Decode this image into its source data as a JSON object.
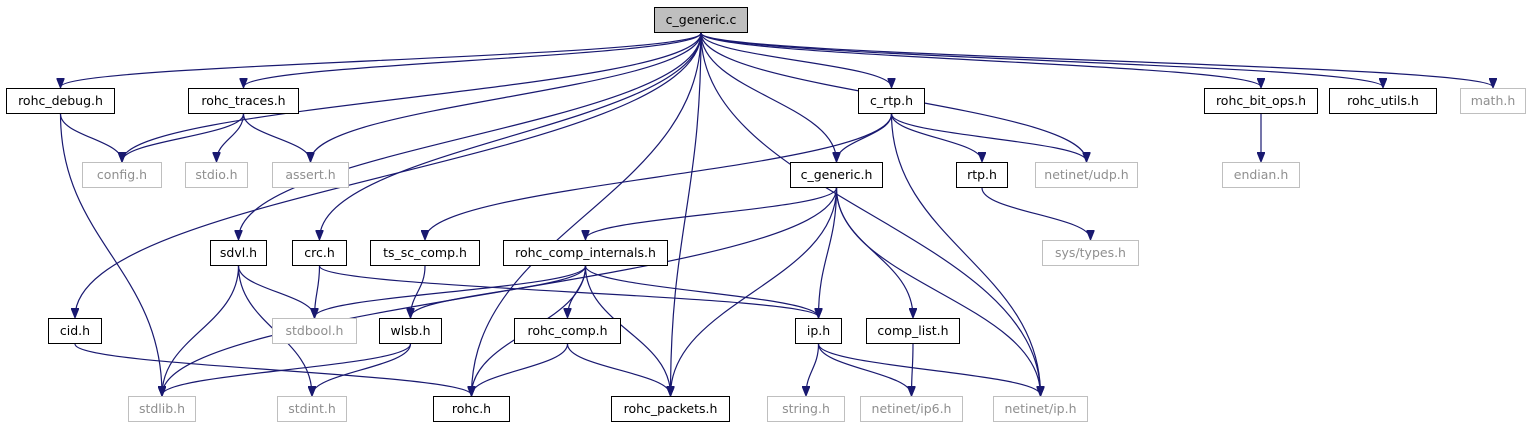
{
  "title": "c_generic.c",
  "colors": {
    "edge": "#191970",
    "root_fill": "#bfbfbf",
    "documented_border": "#000000",
    "external_border": "#bfbfbf",
    "external_text": "#8f8f8f"
  },
  "nodes": [
    {
      "id": "c_generic_c",
      "label": "c_generic.c",
      "kind": "root"
    },
    {
      "id": "rohc_debug_h",
      "label": "rohc_debug.h",
      "kind": "documented"
    },
    {
      "id": "rohc_traces_h",
      "label": "rohc_traces.h",
      "kind": "documented"
    },
    {
      "id": "c_rtp_h",
      "label": "c_rtp.h",
      "kind": "documented"
    },
    {
      "id": "rohc_bit_ops_h",
      "label": "rohc_bit_ops.h",
      "kind": "documented"
    },
    {
      "id": "rohc_utils_h",
      "label": "rohc_utils.h",
      "kind": "documented"
    },
    {
      "id": "math_h",
      "label": "math.h",
      "kind": "external"
    },
    {
      "id": "config_h",
      "label": "config.h",
      "kind": "external"
    },
    {
      "id": "stdio_h",
      "label": "stdio.h",
      "kind": "external"
    },
    {
      "id": "assert_h",
      "label": "assert.h",
      "kind": "external"
    },
    {
      "id": "c_generic_h",
      "label": "c_generic.h",
      "kind": "documented"
    },
    {
      "id": "rtp_h",
      "label": "rtp.h",
      "kind": "documented"
    },
    {
      "id": "netinet_udp_h",
      "label": "netinet/udp.h",
      "kind": "external"
    },
    {
      "id": "endian_h",
      "label": "endian.h",
      "kind": "external"
    },
    {
      "id": "sdvl_h",
      "label": "sdvl.h",
      "kind": "documented"
    },
    {
      "id": "crc_h",
      "label": "crc.h",
      "kind": "documented"
    },
    {
      "id": "ts_sc_comp_h",
      "label": "ts_sc_comp.h",
      "kind": "documented"
    },
    {
      "id": "rohc_comp_internals_h",
      "label": "rohc_comp_internals.h",
      "kind": "documented"
    },
    {
      "id": "sys_types_h",
      "label": "sys/types.h",
      "kind": "external"
    },
    {
      "id": "cid_h",
      "label": "cid.h",
      "kind": "documented"
    },
    {
      "id": "stdbool_h",
      "label": "stdbool.h",
      "kind": "external"
    },
    {
      "id": "wlsb_h",
      "label": "wlsb.h",
      "kind": "documented"
    },
    {
      "id": "rohc_comp_h",
      "label": "rohc_comp.h",
      "kind": "documented"
    },
    {
      "id": "ip_h",
      "label": "ip.h",
      "kind": "documented"
    },
    {
      "id": "comp_list_h",
      "label": "comp_list.h",
      "kind": "documented"
    },
    {
      "id": "stdlib_h",
      "label": "stdlib.h",
      "kind": "external"
    },
    {
      "id": "stdint_h",
      "label": "stdint.h",
      "kind": "external"
    },
    {
      "id": "rohc_h",
      "label": "rohc.h",
      "kind": "documented"
    },
    {
      "id": "rohc_packets_h",
      "label": "rohc_packets.h",
      "kind": "documented"
    },
    {
      "id": "string_h",
      "label": "string.h",
      "kind": "external"
    },
    {
      "id": "netinet_ip6_h",
      "label": "netinet/ip6.h",
      "kind": "external"
    },
    {
      "id": "netinet_ip_h",
      "label": "netinet/ip.h",
      "kind": "external"
    }
  ],
  "edges": [
    [
      "c_generic_c",
      "rohc_debug_h"
    ],
    [
      "c_generic_c",
      "config_h"
    ],
    [
      "c_generic_c",
      "rohc_traces_h"
    ],
    [
      "c_generic_c",
      "assert_h"
    ],
    [
      "c_generic_c",
      "cid_h"
    ],
    [
      "c_generic_c",
      "sdvl_h"
    ],
    [
      "c_generic_c",
      "crc_h"
    ],
    [
      "c_generic_c",
      "rohc_h"
    ],
    [
      "c_generic_c",
      "rohc_packets_h"
    ],
    [
      "c_generic_c",
      "c_generic_h"
    ],
    [
      "c_generic_c",
      "c_rtp_h"
    ],
    [
      "c_generic_c",
      "netinet_udp_h"
    ],
    [
      "c_generic_c",
      "netinet_ip_h"
    ],
    [
      "c_generic_c",
      "rohc_bit_ops_h"
    ],
    [
      "c_generic_c",
      "rohc_utils_h"
    ],
    [
      "c_generic_c",
      "math_h"
    ],
    [
      "rohc_debug_h",
      "config_h"
    ],
    [
      "rohc_debug_h",
      "stdlib_h"
    ],
    [
      "rohc_traces_h",
      "config_h"
    ],
    [
      "rohc_traces_h",
      "stdio_h"
    ],
    [
      "rohc_traces_h",
      "assert_h"
    ],
    [
      "c_rtp_h",
      "c_generic_h"
    ],
    [
      "c_rtp_h",
      "ts_sc_comp_h"
    ],
    [
      "c_rtp_h",
      "rtp_h"
    ],
    [
      "c_rtp_h",
      "netinet_udp_h"
    ],
    [
      "c_rtp_h",
      "netinet_ip_h"
    ],
    [
      "rohc_bit_ops_h",
      "endian_h"
    ],
    [
      "rtp_h",
      "sys_types_h"
    ],
    [
      "c_generic_h",
      "stdlib_h"
    ],
    [
      "c_generic_h",
      "rohc_comp_internals_h"
    ],
    [
      "c_generic_h",
      "rohc_packets_h"
    ],
    [
      "c_generic_h",
      "ip_h"
    ],
    [
      "c_generic_h",
      "comp_list_h"
    ],
    [
      "c_generic_h",
      "netinet_ip_h"
    ],
    [
      "sdvl_h",
      "stdbool_h"
    ],
    [
      "sdvl_h",
      "stdlib_h"
    ],
    [
      "sdvl_h",
      "stdint_h"
    ],
    [
      "crc_h",
      "stdbool_h"
    ],
    [
      "crc_h",
      "ip_h"
    ],
    [
      "ts_sc_comp_h",
      "wlsb_h"
    ],
    [
      "rohc_comp_internals_h",
      "stdbool_h"
    ],
    [
      "rohc_comp_internals_h",
      "wlsb_h"
    ],
    [
      "rohc_comp_internals_h",
      "rohc_comp_h"
    ],
    [
      "rohc_comp_internals_h",
      "rohc_h"
    ],
    [
      "rohc_comp_internals_h",
      "rohc_packets_h"
    ],
    [
      "rohc_comp_internals_h",
      "ip_h"
    ],
    [
      "cid_h",
      "rohc_h"
    ],
    [
      "wlsb_h",
      "stdlib_h"
    ],
    [
      "wlsb_h",
      "stdint_h"
    ],
    [
      "rohc_comp_h",
      "rohc_h"
    ],
    [
      "rohc_comp_h",
      "rohc_packets_h"
    ],
    [
      "ip_h",
      "string_h"
    ],
    [
      "ip_h",
      "netinet_ip6_h"
    ],
    [
      "ip_h",
      "netinet_ip_h"
    ],
    [
      "comp_list_h",
      "netinet_ip6_h"
    ]
  ]
}
